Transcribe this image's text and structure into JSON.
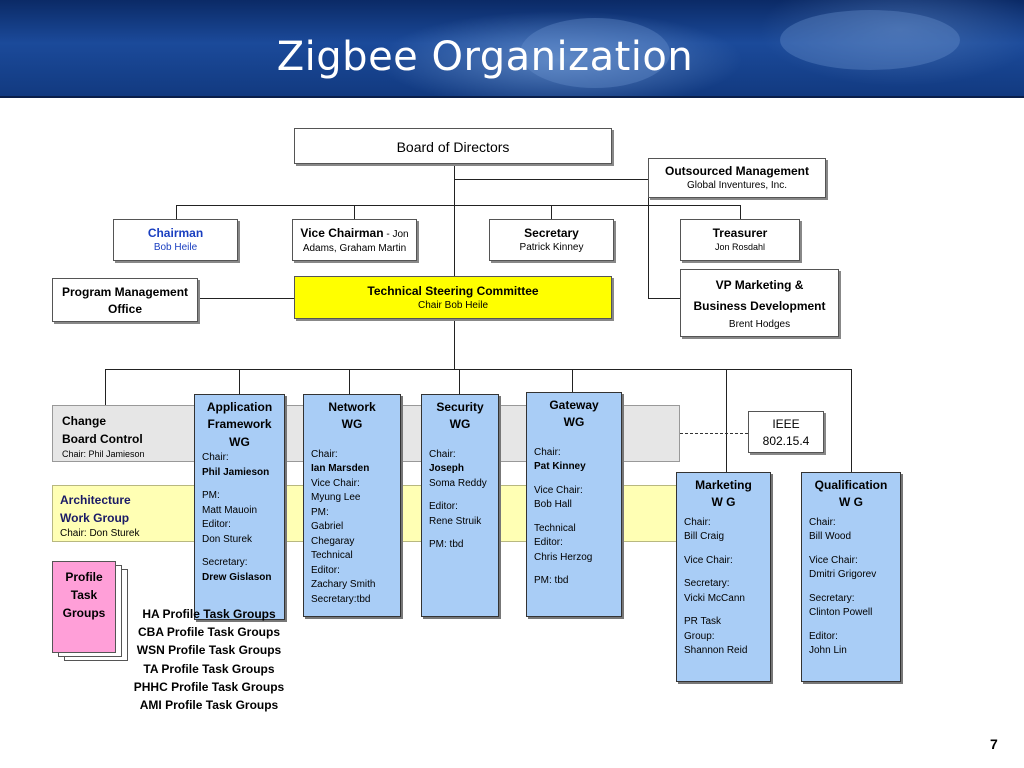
{
  "slide": {
    "title": "Zigbee Organization",
    "page_number": "7"
  },
  "board": {
    "label": "Board of Directors"
  },
  "outsourced": {
    "title": "Outsourced Management",
    "sub": "Global Inventures, Inc."
  },
  "chairman": {
    "title": "Chairman",
    "name": "Bob Heile"
  },
  "vice_chairman": {
    "title": "Vice Chairman",
    "names_line1": " - Jon",
    "names_line2": "Adams, Graham Martin"
  },
  "secretary": {
    "title": "Secretary",
    "name": "Patrick Kinney"
  },
  "treasurer": {
    "title": "Treasurer",
    "name": "Jon Rosdahl"
  },
  "vp_marketing": {
    "line1": "VP Marketing &",
    "line2": "Business Development",
    "name": "Brent Hodges"
  },
  "pmo": {
    "line1": "Program Management",
    "line2": "Office"
  },
  "tsc": {
    "title": "Technical Steering Committee",
    "sub": "Chair Bob Heile"
  },
  "ieee": {
    "line1": "IEEE",
    "line2": "802.15.4"
  },
  "change_board": {
    "line1": "Change",
    "line2": "Board Control",
    "sub": "Chair: Phil Jamieson"
  },
  "architecture": {
    "line1": "Architecture",
    "line2": "Work Group",
    "sub": "Chair:  Don Sturek"
  },
  "profile_task": {
    "line1": "Profile",
    "line2": "Task",
    "line3": "Groups"
  },
  "profile_task_groups_list": [
    "HA  Profile Task Groups",
    "CBA Profile Task Groups",
    "WSN Profile Task Groups",
    "TA Profile Task Groups",
    "PHHC Profile Task Groups",
    "AMI Profile Task Groups"
  ],
  "working_groups": {
    "app_framework": {
      "head1": "Application",
      "head2": "Framework",
      "head3": "WG",
      "lines": [
        "Chair:",
        "Phil Jamieson",
        "",
        "PM:",
        "Matt Mauoin",
        "Editor:",
        "Don Sturek",
        "",
        "Secretary:",
        "Drew Gislason"
      ]
    },
    "network": {
      "head1": "Network",
      "head2": "WG",
      "lines": [
        "Chair:",
        "Ian Marsden",
        "Vice Chair:",
        "Myung Lee",
        "PM:",
        "Gabriel",
        "Chegaray",
        "Technical",
        "Editor:",
        "Zachary Smith",
        "Secretary:tbd"
      ]
    },
    "security": {
      "head1": "Security",
      "head2": "WG",
      "lines": [
        "Chair:",
        "Joseph",
        "Soma Reddy",
        "",
        "Editor:",
        "Rene Struik",
        "",
        "PM: tbd"
      ]
    },
    "gateway": {
      "head1": "Gateway",
      "head2": "WG",
      "lines": [
        "Chair:",
        "Pat Kinney",
        "",
        "Vice Chair:",
        "Bob Hall",
        "",
        "Technical",
        "Editor:",
        "Chris Herzog",
        "",
        "PM: tbd"
      ]
    },
    "marketing": {
      "head1": "Marketing",
      "head2": "W G",
      "lines": [
        "Chair:",
        "Bill Craig",
        "",
        "Vice Chair:",
        "",
        "Secretary:",
        "Vicki McCann",
        "",
        "PR Task",
        "Group:",
        "Shannon Reid"
      ]
    },
    "qualification": {
      "head1": "Qualification",
      "head2": "W G",
      "lines": [
        "Chair:",
        "Bill Wood",
        "",
        "Vice Chair:",
        "Dmitri Grigorev",
        "",
        "Secretary:",
        "Clinton Powell",
        "",
        "Editor:",
        "John Lin"
      ]
    }
  },
  "colors": {
    "banner": "#1b4a9a",
    "wg_fill": "#a9cdf6",
    "tsc_fill": "#ffff00",
    "change_band": "#e6e6e6",
    "architecture_band": "#ffffb4",
    "profile_fill": "#ff9fd8",
    "chairman_text": "#1a3fc0"
  }
}
